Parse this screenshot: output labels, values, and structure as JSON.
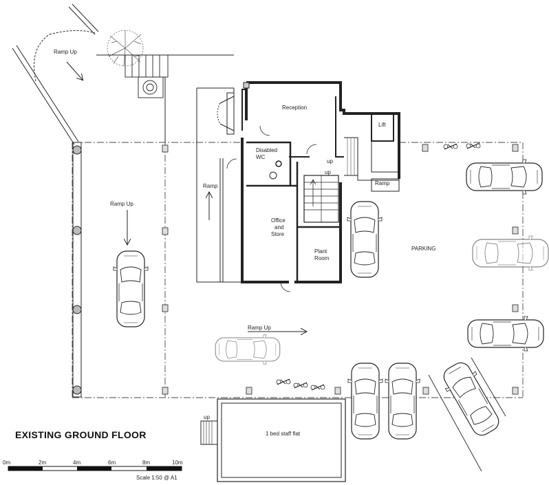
{
  "title": "EXISTING GROUND FLOOR",
  "labels": {
    "reception": "Reception",
    "lift": "Lift",
    "disabled_wc_1": "Disabled",
    "disabled_wc_2": "WC",
    "up_1": "up",
    "up_2": "up",
    "up_3": "up",
    "ramp_1": "Ramp",
    "ramp_2": "Ramp",
    "ramp_up_1": "Ramp Up",
    "ramp_up_2": "Ramp Up",
    "ramp_up_3": "Ramp Up",
    "office_1": "Office",
    "office_2": "and",
    "office_3": "Store",
    "plant_1": "Plant",
    "plant_2": "Room",
    "parking": "PARKING",
    "staff_flat": "1 bed staff flat"
  },
  "scale_bar": {
    "ticks": [
      "0m",
      "2m",
      "4m",
      "6m",
      "8m",
      "10m"
    ],
    "note": "Scale 1:50 @ A1"
  }
}
